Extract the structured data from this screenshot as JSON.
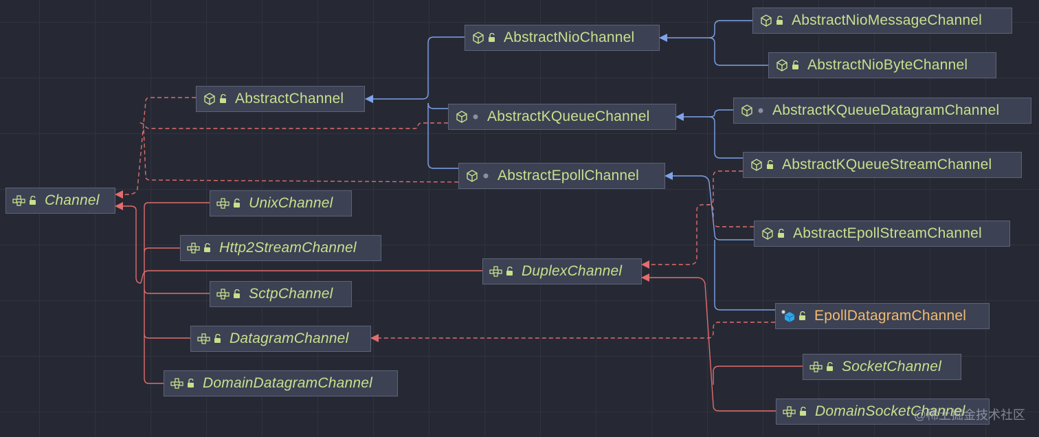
{
  "colors": {
    "extends": "#7fa3ea",
    "implements": "#e26d6d",
    "class_label": "#c8e08c",
    "final_label": "#f3bb6e"
  },
  "nodes": {
    "channel": {
      "label": "Channel",
      "kind": "interface",
      "icon": "interface-icon"
    },
    "abstractChannel": {
      "label": "AbstractChannel",
      "kind": "abstract-class",
      "icon": "abstract-class-icon"
    },
    "abstractNio": {
      "label": "AbstractNioChannel",
      "kind": "abstract-class",
      "icon": "abstract-class-icon"
    },
    "abstractKQueue": {
      "label": "AbstractKQueueChannel",
      "kind": "abstract-class",
      "icon": "abstract-class-icon"
    },
    "abstractEpoll": {
      "label": "AbstractEpollChannel",
      "kind": "abstract-class",
      "icon": "abstract-class-icon"
    },
    "nioMessage": {
      "label": "AbstractNioMessageChannel",
      "kind": "abstract-class",
      "icon": "abstract-class-icon"
    },
    "nioByte": {
      "label": "AbstractNioByteChannel",
      "kind": "abstract-class",
      "icon": "abstract-class-icon"
    },
    "kqueueDatagram": {
      "label": "AbstractKQueueDatagramChannel",
      "kind": "abstract-class",
      "icon": "abstract-class-icon"
    },
    "kqueueStream": {
      "label": "AbstractKQueueStreamChannel",
      "kind": "abstract-class",
      "icon": "abstract-class-icon"
    },
    "epollStream": {
      "label": "AbstractEpollStreamChannel",
      "kind": "abstract-class",
      "icon": "abstract-class-icon"
    },
    "epollDatagram": {
      "label": "EpollDatagramChannel",
      "kind": "final-class",
      "icon": "final-class-icon"
    },
    "unix": {
      "label": "UnixChannel",
      "kind": "interface",
      "icon": "interface-icon"
    },
    "http2Stream": {
      "label": "Http2StreamChannel",
      "kind": "interface",
      "icon": "interface-icon"
    },
    "sctp": {
      "label": "SctpChannel",
      "kind": "interface",
      "icon": "interface-icon"
    },
    "datagram": {
      "label": "DatagramChannel",
      "kind": "interface",
      "icon": "interface-icon"
    },
    "domainDatagram": {
      "label": "DomainDatagramChannel",
      "kind": "interface",
      "icon": "interface-icon"
    },
    "duplex": {
      "label": "DuplexChannel",
      "kind": "interface",
      "icon": "interface-icon"
    },
    "socket": {
      "label": "SocketChannel",
      "kind": "interface",
      "icon": "interface-icon"
    },
    "domainSocket": {
      "label": "DomainSocketChannel",
      "kind": "interface",
      "icon": "interface-icon"
    }
  },
  "edges": [
    {
      "from": "abstractChannel",
      "to": "channel",
      "type": "implements"
    },
    {
      "from": "abstractKQueue",
      "to": "channel",
      "type": "implements"
    },
    {
      "from": "abstractEpoll",
      "to": "channel",
      "type": "implements"
    },
    {
      "from": "unix",
      "to": "channel",
      "type": "extends-interface"
    },
    {
      "from": "http2Stream",
      "to": "channel",
      "type": "extends-interface"
    },
    {
      "from": "duplex",
      "to": "channel",
      "type": "extends-interface"
    },
    {
      "from": "sctp",
      "to": "channel",
      "type": "extends-interface"
    },
    {
      "from": "datagram",
      "to": "channel",
      "type": "extends-interface"
    },
    {
      "from": "domainDatagram",
      "to": "channel",
      "type": "extends-interface"
    },
    {
      "from": "abstractNio",
      "to": "abstractChannel",
      "type": "extends"
    },
    {
      "from": "abstractKQueue",
      "to": "abstractChannel",
      "type": "extends"
    },
    {
      "from": "abstractEpoll",
      "to": "abstractChannel",
      "type": "extends"
    },
    {
      "from": "nioMessage",
      "to": "abstractNio",
      "type": "extends"
    },
    {
      "from": "nioByte",
      "to": "abstractNio",
      "type": "extends"
    },
    {
      "from": "kqueueDatagram",
      "to": "abstractKQueue",
      "type": "extends"
    },
    {
      "from": "kqueueStream",
      "to": "abstractKQueue",
      "type": "extends"
    },
    {
      "from": "epollStream",
      "to": "abstractEpoll",
      "type": "extends"
    },
    {
      "from": "epollDatagram",
      "to": "abstractEpoll",
      "type": "extends"
    },
    {
      "from": "kqueueStream",
      "to": "duplex",
      "type": "implements"
    },
    {
      "from": "epollStream",
      "to": "duplex",
      "type": "implements"
    },
    {
      "from": "socket",
      "to": "duplex",
      "type": "extends-interface"
    },
    {
      "from": "domainSocket",
      "to": "duplex",
      "type": "extends-interface"
    },
    {
      "from": "epollDatagram",
      "to": "datagram",
      "type": "implements"
    }
  ],
  "watermark": "@稀土掘金技术社区"
}
